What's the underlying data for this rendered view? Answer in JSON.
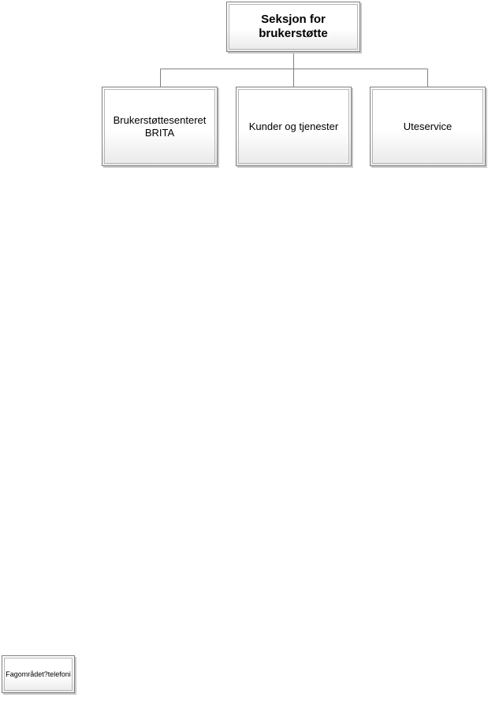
{
  "org_chart": {
    "root": {
      "label": "Seksjon for brukerstøtte"
    },
    "children": [
      {
        "label": "Brukerstøttesenteret BRITA"
      },
      {
        "label": "Kunder og tjenester"
      },
      {
        "label": "Uteservice"
      }
    ],
    "extra_node": {
      "label": "Fagområdet?telefoni"
    }
  }
}
